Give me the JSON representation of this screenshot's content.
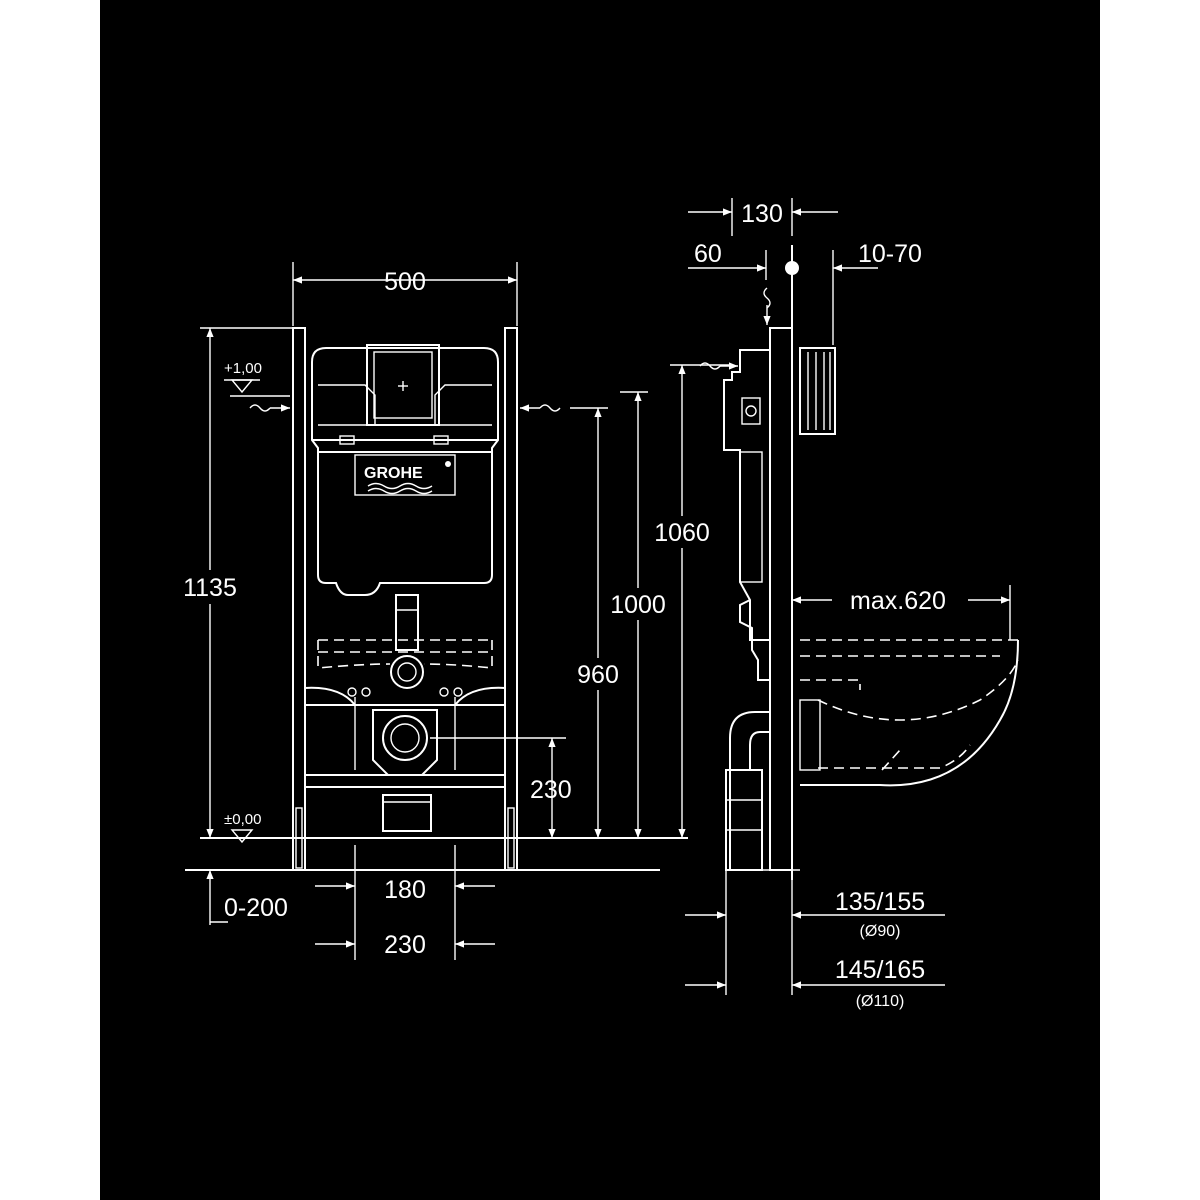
{
  "colors": {
    "background": "#000000",
    "line": "#ffffff",
    "margin": "#ffffff"
  },
  "logo": {
    "text": "GROHE"
  },
  "front_view": {
    "width": "500",
    "height_total": "1135",
    "level_top": "+1,00",
    "level_bottom": "±0,00",
    "inlet_height_1060": "1060",
    "inlet_height_1000": "1000",
    "height_960": "960",
    "outlet_height": "230",
    "adjust_range": "0-200",
    "bolt_spacing_180": "180",
    "bolt_spacing_230": "230"
  },
  "side_view": {
    "depth_130": "130",
    "depth_60": "60",
    "wall_range": "10-70",
    "bowl_projection": "max.620",
    "pipe_90": "135/155",
    "pipe_90_dia": "(Ø90)",
    "pipe_110": "145/165",
    "pipe_110_dia": "(Ø110)"
  }
}
